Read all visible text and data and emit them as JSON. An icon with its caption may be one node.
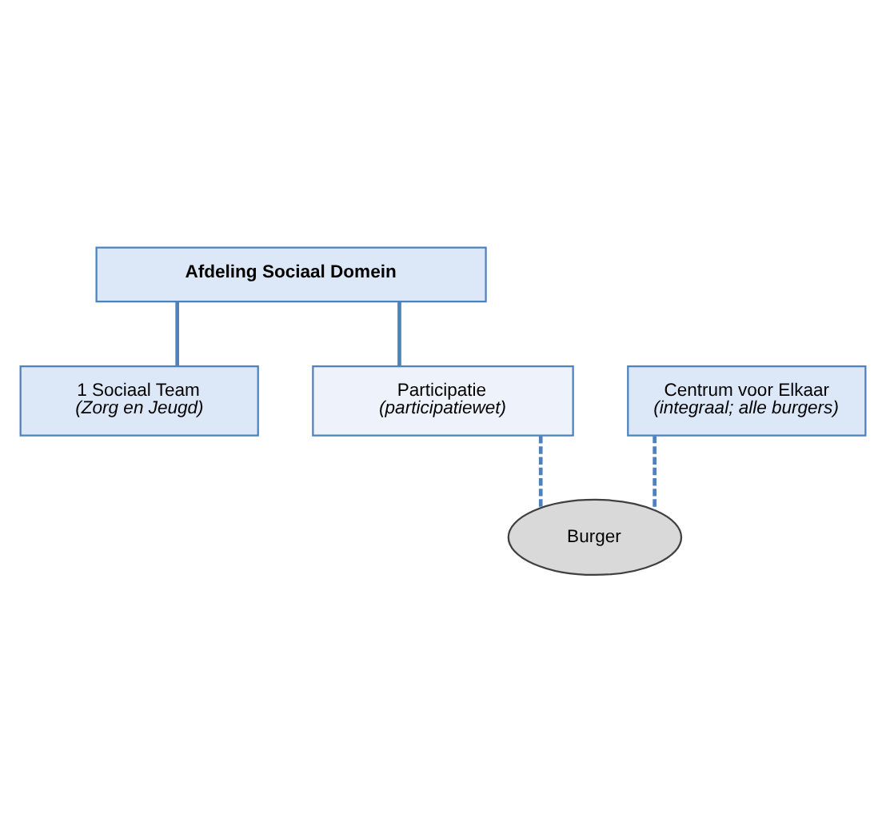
{
  "diagram": {
    "nodes": [
      {
        "text": [
          "Afdeling Sociaal Domein"
        ]
      },
      {
        "text": [
          "1 Sociaal Team",
          "(Zorg en Jeugd)"
        ]
      },
      {
        "text": [
          "Participatie",
          "(participatiewet)"
        ]
      },
      {
        "text": [
          "Centrum voor Elkaar",
          "(integraal; alle burgers)"
        ]
      },
      {
        "text": [
          "Burger"
        ]
      }
    ],
    "edges": [
      {
        "from": 0,
        "to": 2,
        "arrow": "none"
      },
      {
        "from": 0,
        "to": 1,
        "arrow": "none"
      },
      {
        "from": 2,
        "to": 4,
        "arrow": "none",
        "style": "dashed"
      },
      {
        "from": 3,
        "to": 4,
        "arrow": "none",
        "style": "dashed"
      }
    ]
  }
}
